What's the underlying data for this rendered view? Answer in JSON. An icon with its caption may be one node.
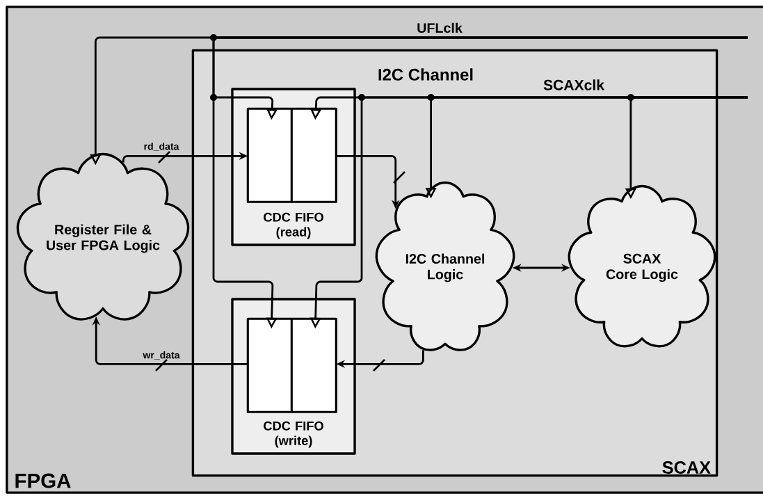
{
  "diagram": {
    "nodes": [
      {
        "text": [
          "FPGA"
        ]
      },
      {
        "text": [
          "Register File & User FPGA Logic"
        ],
        "in": 0
      },
      {
        "text": [
          "SCAX"
        ],
        "in": 0
      },
      {
        "text": [
          "CDC FIFO (read)"
        ],
        "in": 2
      },
      {
        "text": [
          "CDC FIFO (write)"
        ],
        "in": 2
      },
      {
        "text": [
          "I2C Channel Logic"
        ],
        "in": 2
      },
      {
        "text": [
          "SCAX Core Logic"
        ],
        "in": 2
      }
    ],
    "edges": [
      {
        "from": 1,
        "to": 3,
        "arrow": "to",
        "label": "rd_data"
      },
      {
        "from": 3,
        "to": 5,
        "arrow": "to"
      },
      {
        "from": 5,
        "to": 4,
        "arrow": "to"
      },
      {
        "from": 4,
        "to": 1,
        "arrow": "to",
        "label": "wr_data"
      },
      {
        "from": 5,
        "to": 6,
        "arrow": "both"
      },
      {
        "from": null,
        "to": 1,
        "arrow": "to"
      },
      {
        "from": null,
        "to": 3,
        "arrow": "to"
      },
      {
        "from": null,
        "to": 4,
        "arrow": "to"
      },
      {
        "from": null,
        "to": 3,
        "arrow": "to"
      },
      {
        "from": null,
        "to": 4,
        "arrow": "to"
      },
      {
        "from": null,
        "to": 5,
        "arrow": "to"
      },
      {
        "from": null,
        "to": 6,
        "arrow": "to"
      }
    ],
    "labels": [
      "UFLclk",
      "I2C Channel",
      "SCAXclk"
    ]
  }
}
